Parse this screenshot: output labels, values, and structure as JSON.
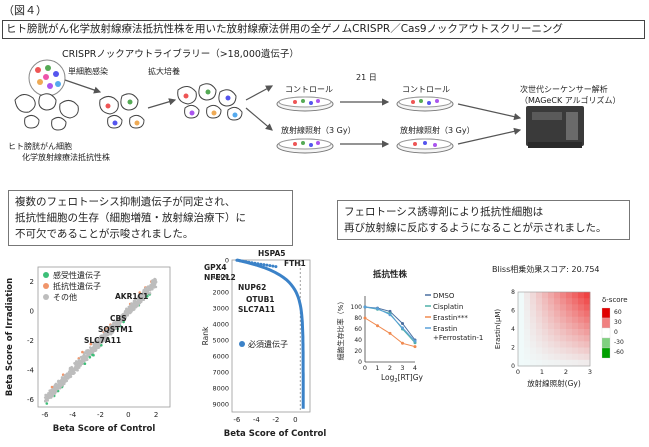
{
  "figure_label": "（図４）",
  "title": "ヒト膀胱がん化学放射線療法抵抗性株を用いた放射線療法併用の全ゲノムCRISPR／Cas9ノックアウトスクリーニング",
  "workflow": {
    "library": "CRISPRノックアウトライブラリー（>18,000遺伝子）",
    "infection": "単細胞感染",
    "expansion": "拡大培養",
    "cell_label_1": "ヒト膀胱がん細胞",
    "cell_label_2": "化学放射線療法抵抗性株",
    "control_1": "コントロール",
    "days": "21 日",
    "control_2": "コントロール",
    "irr_1": "放射線照射（3 Gy）",
    "irr_2": "放射線照射（3 Gy）",
    "ngs_1": "次世代シーケンサー解析",
    "ngs_2": "（MAGeCK アルゴリズム）"
  },
  "box_left": {
    "line1": "複数のフェロトーシス抑制遺伝子が同定され、",
    "line2": "抵抗性細胞の生存（細胞増殖・放射線治療下）に",
    "line3": "不可欠であることが示唆されました。"
  },
  "box_right": {
    "line1": "フェロトーシス誘導剤により抵抗性細胞は",
    "line2": "再び放射線に反応するようになることが示されました。"
  },
  "colors": {
    "sensitive": "#3dbf78",
    "resistant": "#f0956a",
    "other": "#bdbdbd",
    "essential": "#3b82c8",
    "dmso": "#4a6fa0",
    "cisplatin": "#4fb0a8",
    "erastin": "#f08a50",
    "erastin_ferro": "#5aa0d8"
  },
  "chart_data": [
    {
      "type": "scatter",
      "xlabel": "Beta Score of Control",
      "ylabel": "Beta Score of Irradiation",
      "xlim": [
        -6.5,
        3
      ],
      "ylim": [
        -6.5,
        3
      ],
      "x_ticks": [
        "-6",
        "-4",
        "-2",
        "0",
        "2"
      ],
      "y_ticks": [
        "-6",
        "-4",
        "-2",
        "0",
        "2"
      ],
      "legend": [
        "感受性遺伝子",
        "抵抗性遺伝子",
        "その他"
      ],
      "legend_placement": "top-left",
      "annotations": [
        "AKR1C1",
        "CBS",
        "SQSTM1",
        "SLC7A11"
      ]
    },
    {
      "type": "scatter",
      "xlabel": "Beta Score of Control",
      "ylabel": "Rank",
      "xlim": [
        -6.5,
        1.5
      ],
      "x_ticks": [
        "-6",
        "-4",
        "-2",
        "0"
      ],
      "y_ticks": [
        "0",
        "1000",
        "2000",
        "3000",
        "4000",
        "5000",
        "6000",
        "7000",
        "8000",
        "9000"
      ],
      "legend": [
        "必須遺伝子"
      ],
      "annotations": [
        "HSPA5",
        "FTH1",
        "GPX4",
        "NFE2L2",
        "NUP62",
        "OTUB1",
        "SLC7A11"
      ]
    },
    {
      "type": "line",
      "title": "抵抗性株",
      "xlabel": "Log2[RT]Gy",
      "ylabel": "細胞生存比率（%）",
      "x_ticks": [
        "0",
        "1",
        "2",
        "3",
        "4"
      ],
      "y_ticks": [
        "0",
        "20",
        "40",
        "60",
        "80",
        "100"
      ],
      "x": [
        0,
        1,
        2,
        3,
        4
      ],
      "ylim": [
        0,
        120
      ],
      "series": [
        {
          "name": "DMSO",
          "values": [
            100,
            98,
            92,
            70,
            40
          ]
        },
        {
          "name": "Cisplatin",
          "values": [
            100,
            96,
            88,
            60,
            35
          ]
        },
        {
          "name": "Erastin***",
          "values": [
            80,
            66,
            52,
            34,
            28
          ]
        },
        {
          "name": "Erastin +Ferrostatin-1",
          "values": [
            100,
            97,
            86,
            62,
            38
          ]
        }
      ]
    },
    {
      "type": "heatmap",
      "title": "Bliss相乗効果スコア: 20.754",
      "xlabel": "放射線照射(Gy)",
      "ylabel": "Erastin(μM)",
      "x_ticks": [
        "0",
        "1",
        "2",
        "3"
      ],
      "y_ticks": [
        "0",
        "2",
        "4",
        "6",
        "8"
      ],
      "colorbar_label": "δ-score",
      "colorbar_ticks": [
        "60",
        "30",
        "0",
        "-30",
        "-60"
      ]
    }
  ],
  "ui": {
    "scatter_legend": [
      "感受性遺伝子",
      "抵抗性遺伝子",
      "その他"
    ],
    "rank_legend": "必須遺伝子",
    "legend3_1": "DMSO",
    "legend3_2": "Cisplatin",
    "legend3_3": "Erastin***",
    "legend3_4a": "Erastin",
    "legend3_4b": "+Ferrostatin-1",
    "ylabel3": "細胞生存比率（%）",
    "xlabel3a": "Log",
    "xlabel3sub": "2",
    "xlabel3b": "[RT]Gy"
  }
}
